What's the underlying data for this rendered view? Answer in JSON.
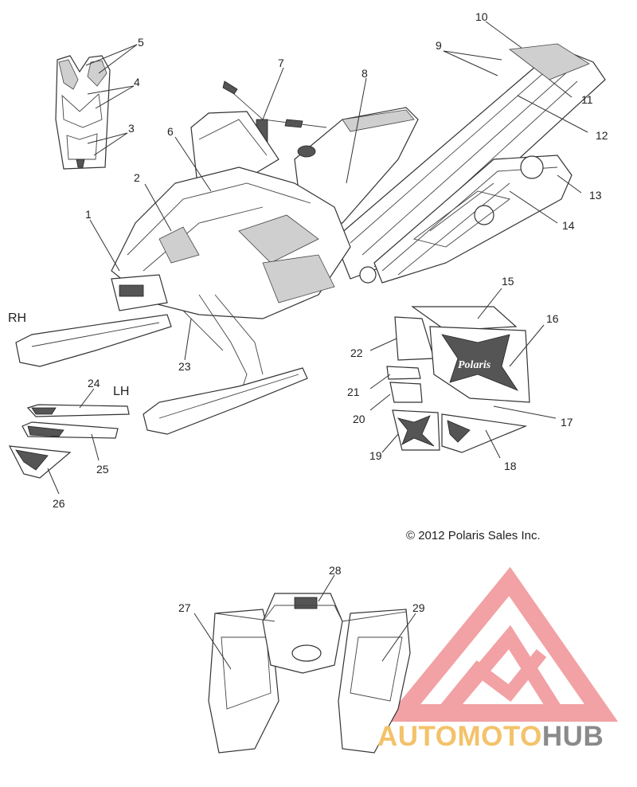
{
  "callouts": [
    "1",
    "2",
    "3",
    "4",
    "5",
    "6",
    "7",
    "8",
    "9",
    "10",
    "11",
    "12",
    "13",
    "14",
    "15",
    "16",
    "17",
    "18",
    "19",
    "20",
    "21",
    "22",
    "23",
    "24",
    "25",
    "26",
    "27",
    "28",
    "29"
  ],
  "side_labels": {
    "rh": "RH",
    "lh": "LH"
  },
  "decal_logo_text": "Polaris",
  "copyright": "© 2012 Polaris Sales Inc.",
  "watermark": {
    "part1": "AUTO",
    "part2": "MOTO",
    "part3": "HUB",
    "color_primary": "#e8555a",
    "color_text_a": "#f3c26a",
    "color_text_b": "#8a8a8a"
  }
}
